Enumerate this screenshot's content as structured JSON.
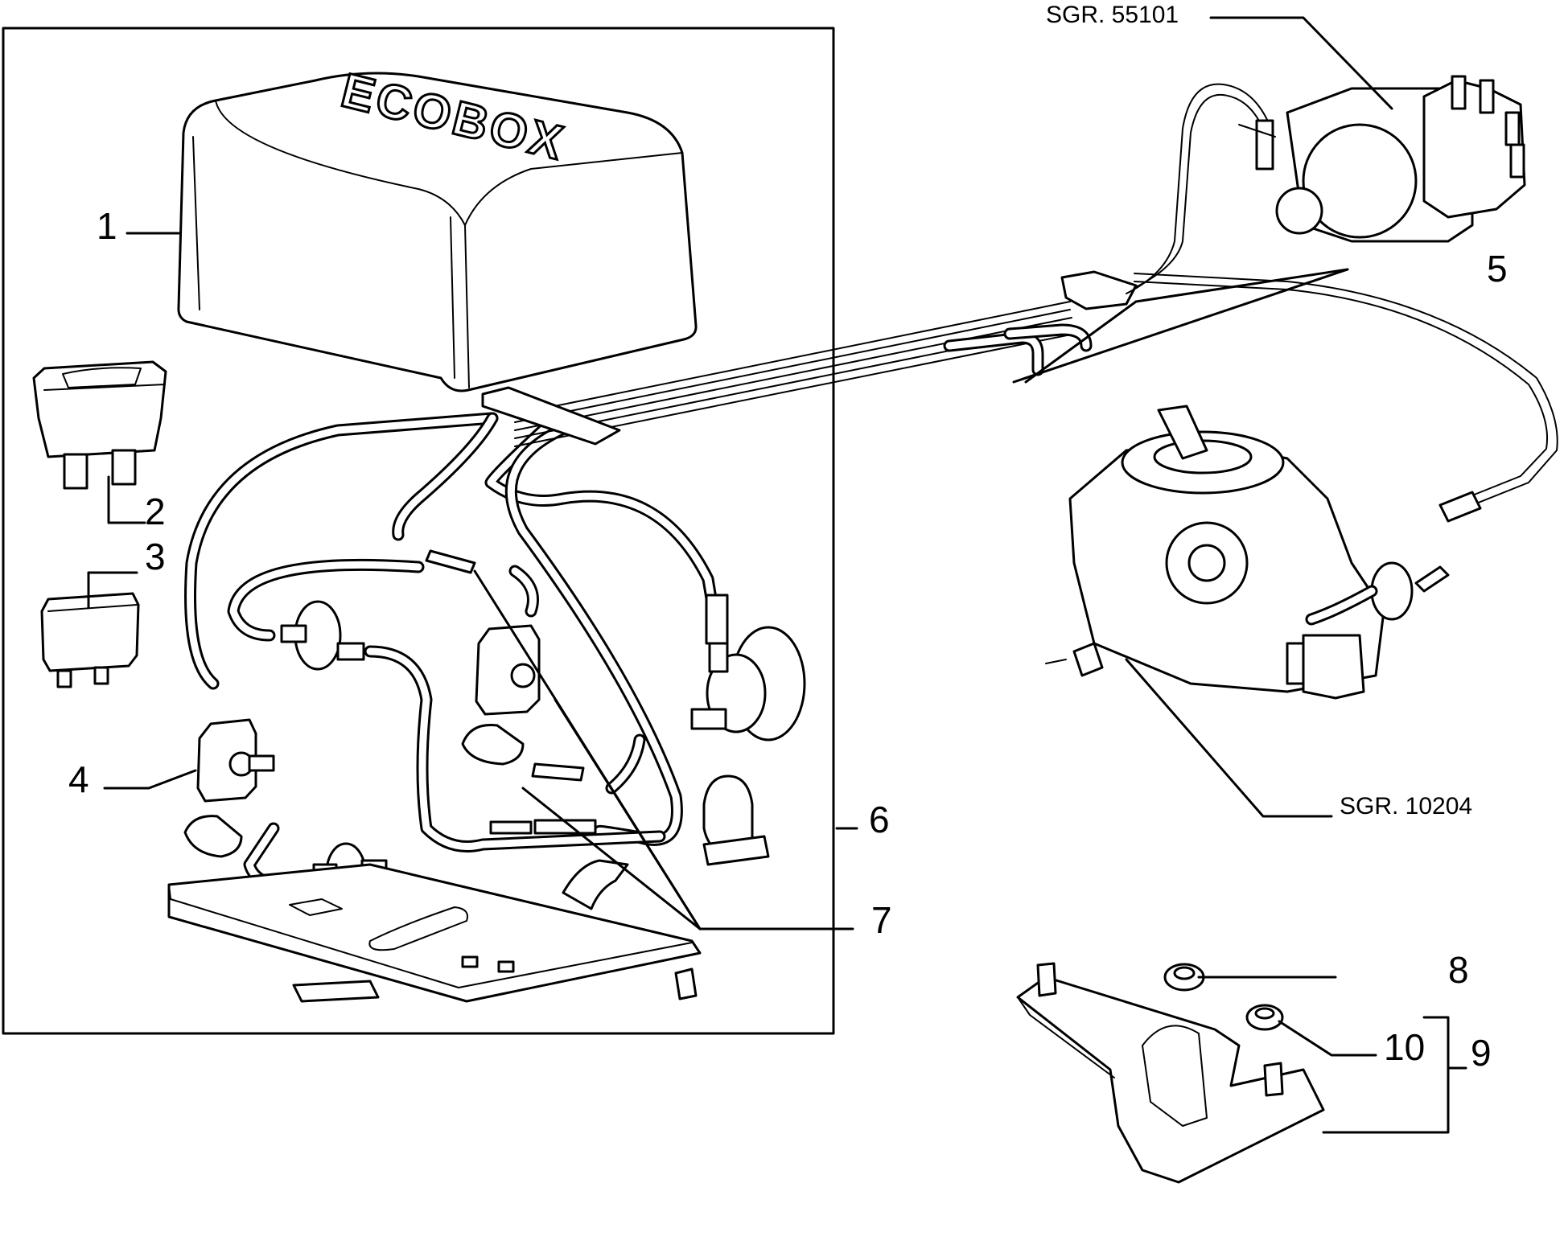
{
  "callouts": {
    "c1": "1",
    "c2": "2",
    "c3": "3",
    "c4": "4",
    "c5": "5",
    "c6": "6",
    "c7": "7",
    "c8": "8",
    "c9": "9",
    "c10": "10"
  },
  "references": {
    "distributor": "SGR. 55101",
    "carburetor": "SGR. 10204"
  },
  "cover_logo": "ECOBOX"
}
